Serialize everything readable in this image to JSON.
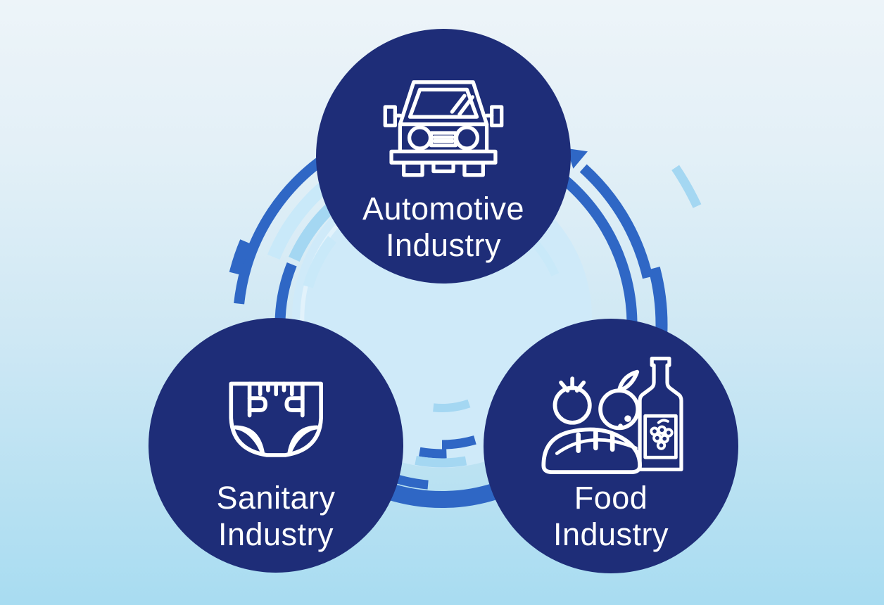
{
  "diagram": {
    "title": "Industries diagram",
    "nodes": [
      {
        "id": "automotive",
        "line1": "Automotive",
        "line2": "Industry",
        "icon": "car-icon"
      },
      {
        "id": "sanitary",
        "line1": "Sanitary",
        "line2": "Industry",
        "icon": "diaper-icon"
      },
      {
        "id": "food",
        "line1": "Food",
        "line2": "Industry",
        "icon": "food-icon"
      }
    ],
    "colors": {
      "node_fill": "#1e2d78",
      "icon_stroke": "#ffffff",
      "label_text": "#ffffff",
      "ring_dark": "#2f67c5",
      "ring_light": "#a4d7f2",
      "ring_pale": "#c9e9f9",
      "disc_fill": "#cfeaf9",
      "disc_highlight": "#e2f2fb",
      "bg_top": "#edf4f9",
      "bg_bottom": "#a8dcf1"
    }
  }
}
